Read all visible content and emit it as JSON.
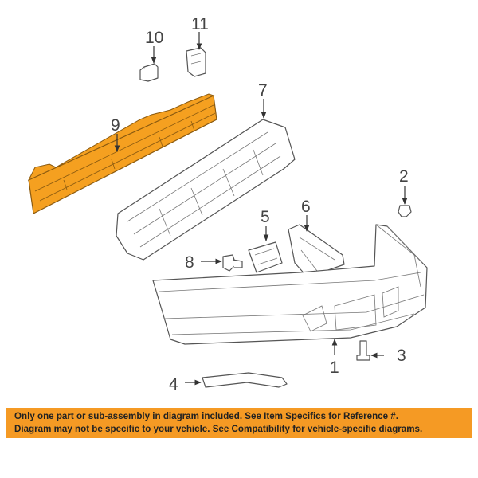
{
  "callouts": {
    "c1": "1",
    "c2": "2",
    "c3": "3",
    "c4": "4",
    "c5": "5",
    "c6": "6",
    "c7": "7",
    "c8": "8",
    "c9": "9",
    "c10": "10",
    "c11": "11"
  },
  "highlight_color": "#f5a020",
  "banner": {
    "line1": "Only one part or sub-assembly in diagram included. See Item Specifics for Reference #.",
    "line2": "Diagram may not be specific to your vehicle. See Compatibility for vehicle-specific diagrams.",
    "background": "#f59a24"
  }
}
